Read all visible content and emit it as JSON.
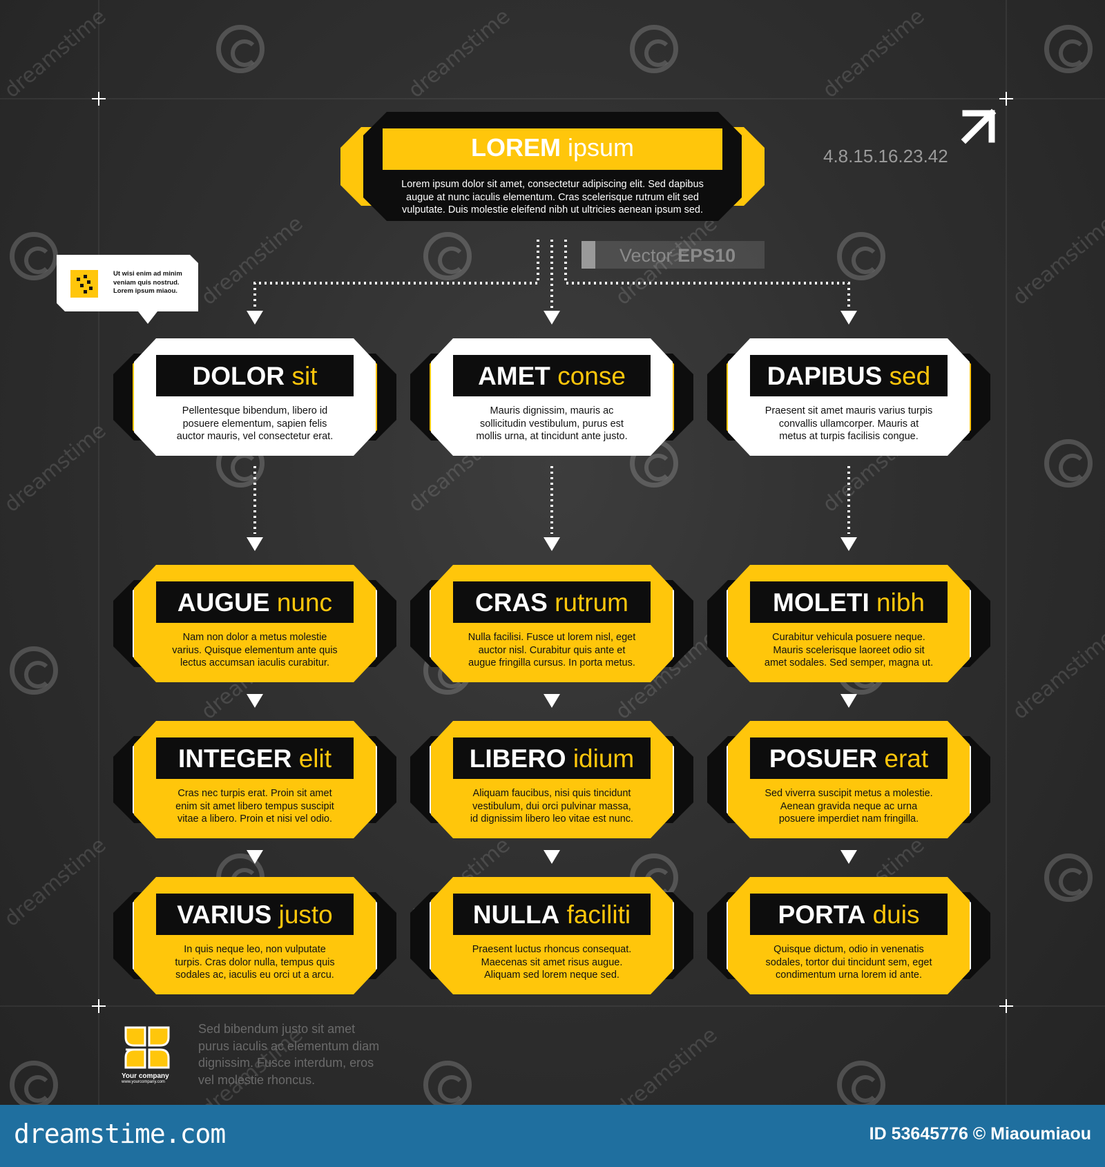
{
  "top": {
    "bold": "LOREM",
    "light": "ipsum",
    "text": [
      "Lorem ipsum dolor sit amet, consectetur adipiscing elit. Sed dapibus",
      "augue at nunc iaculis elementum. Cras scelerisque rutrum elit sed",
      "vulputate. Duis molestie eleifend nibh ut ultricies aenean ipsum sed."
    ]
  },
  "series_code": "4.8.15.16.23.42",
  "vector_label": {
    "light": "Vector",
    "bold": "EPS10"
  },
  "note": {
    "text": [
      "Ut wisi enim ad minim",
      "veniam quis nostrud.",
      "Lorem ipsum miaou."
    ]
  },
  "level1": [
    {
      "bold": "DOLOR",
      "light": "sit",
      "text": [
        "Pellentesque bibendum, libero id",
        "posuere elementum, sapien felis",
        "auctor mauris, vel consectetur erat."
      ]
    },
    {
      "bold": "AMET",
      "light": "conse",
      "text": [
        "Mauris dignissim, mauris ac",
        "sollicitudin vestibulum, purus est",
        "mollis urna, at tincidunt ante justo."
      ]
    },
    {
      "bold": "DAPIBUS",
      "light": "sed",
      "text": [
        "Praesent sit amet mauris varius turpis",
        "convallis ullamcorper. Mauris at",
        "metus at turpis facilisis congue."
      ]
    }
  ],
  "level2": [
    {
      "bold": "AUGUE",
      "light": "nunc",
      "text": [
        "Nam non dolor a metus molestie",
        "varius. Quisque elementum ante quis",
        "lectus accumsan iaculis curabitur."
      ]
    },
    {
      "bold": "CRAS",
      "light": "rutrum",
      "text": [
        "Nulla facilisi. Fusce ut lorem nisl, eget",
        "auctor nisl. Curabitur quis ante et",
        "augue fringilla cursus. In porta metus."
      ]
    },
    {
      "bold": "MOLETI",
      "light": "nibh",
      "text": [
        "Curabitur vehicula posuere neque.",
        "Mauris scelerisque laoreet odio sit",
        "amet sodales. Sed semper, magna ut."
      ]
    }
  ],
  "level3": [
    {
      "bold": "INTEGER",
      "light": "elit",
      "text": [
        "Cras nec turpis erat. Proin sit amet",
        "enim sit amet libero tempus suscipit",
        "vitae a libero. Proin et nisi vel odio."
      ]
    },
    {
      "bold": "LIBERO",
      "light": "idium",
      "text": [
        "Aliquam faucibus, nisi quis tincidunt",
        "vestibulum, dui orci pulvinar massa,",
        "id dignissim libero leo vitae est nunc."
      ]
    },
    {
      "bold": "POSUER",
      "light": "erat",
      "text": [
        "Sed viverra suscipit metus a molestie.",
        "Aenean gravida neque ac urna",
        "posuere imperdiet nam fringilla."
      ]
    }
  ],
  "level4": [
    {
      "bold": "VARIUS",
      "light": "justo",
      "text": [
        "In quis neque leo, non vulputate",
        "turpis. Cras dolor nulla, tempus quis",
        "sodales ac, iaculis eu orci ut a arcu."
      ]
    },
    {
      "bold": "NULLA",
      "light": "faciliti",
      "text": [
        "Praesent luctus rhoncus consequat.",
        "Maecenas sit amet risus augue.",
        "Aliquam sed lorem neque sed."
      ]
    },
    {
      "bold": "PORTA",
      "light": "duis",
      "text": [
        "Quisque dictum, odio in venenatis",
        "sodales, tortor dui tincidunt sem, eget",
        "condimentum urna lorem id ante."
      ]
    }
  ],
  "company": {
    "name": "Your company",
    "url": "www.yourcompany.com"
  },
  "footer_text": [
    "Sed bibendum justo sit amet",
    "purus iaculis ac elementum diam",
    "dignissim. Fusce interdum, eros",
    "vel molestie rhoncus."
  ],
  "footer_bar": {
    "brand": "dreamstime.com",
    "id": "ID 53645776 © Miaoumiaou"
  },
  "watermark": "dreamstime",
  "colors": {
    "yellow": "#ffc60b",
    "dark": "#0d0d0d",
    "white": "#ffffff",
    "footer": "#1f6f9f"
  }
}
